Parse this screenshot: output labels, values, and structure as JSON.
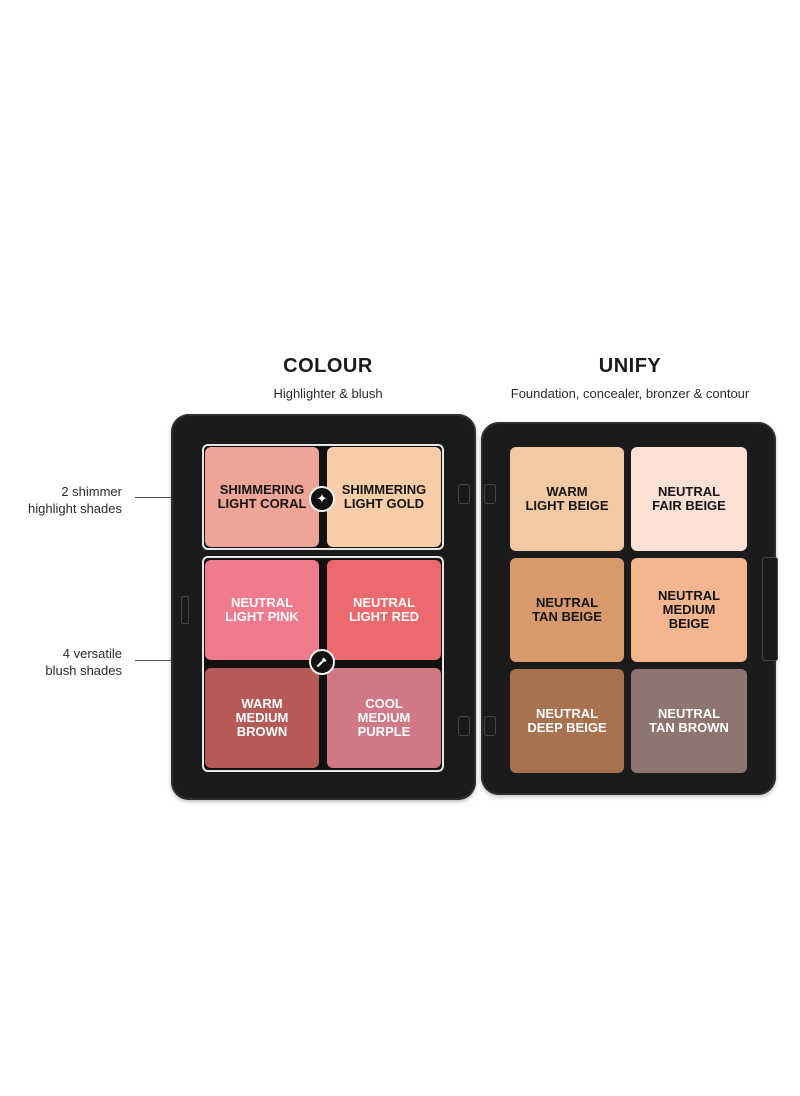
{
  "colour_section": {
    "title": "COLOUR",
    "subtitle": "Highlighter & blush"
  },
  "unify_section": {
    "title": "UNIFY",
    "subtitle": "Foundation, concealer, bronzer & contour"
  },
  "callouts": {
    "shimmer": [
      "2 shimmer",
      "highlight shades"
    ],
    "blush": [
      "4 versatile",
      "blush shades"
    ]
  },
  "left_shades": [
    {
      "label": [
        "SHIMMERING",
        "LIGHT CORAL"
      ],
      "color": "#eea497"
    },
    {
      "label": [
        "SHIMMERING",
        "LIGHT GOLD"
      ],
      "color": "#f8cda7"
    },
    {
      "label": [
        "NEUTRAL",
        "LIGHT PINK"
      ],
      "color": "#f07b8f"
    },
    {
      "label": [
        "NEUTRAL",
        "LIGHT RED"
      ],
      "color": "#ec6a6d"
    },
    {
      "label": [
        "WARM",
        "MEDIUM",
        "BROWN"
      ],
      "color": "#b65a58"
    },
    {
      "label": [
        "COOL",
        "MEDIUM",
        "PURPLE"
      ],
      "color": "#d17886"
    }
  ],
  "right_shades": [
    {
      "label": [
        "WARM",
        "LIGHT BEIGE"
      ],
      "color": "#f3c9a4"
    },
    {
      "label": [
        "NEUTRAL",
        "FAIR BEIGE"
      ],
      "color": "#fbe1d5"
    },
    {
      "label": [
        "NEUTRAL",
        "TAN BEIGE"
      ],
      "color": "#d89a6c"
    },
    {
      "label": [
        "NEUTRAL",
        "MEDIUM",
        "BEIGE"
      ],
      "color": "#f4b68e"
    },
    {
      "label": [
        "NEUTRAL",
        "DEEP BEIGE"
      ],
      "color": "#a8714f"
    },
    {
      "label": [
        "NEUTRAL",
        "TAN BROWN"
      ],
      "color": "#8f7570"
    }
  ],
  "colors": {
    "case": "#1b1b1b",
    "tray_border": "#e8e8e8"
  },
  "icons": {
    "shimmer_badge": "sparkle-icon",
    "blush_badge": "brush-icon"
  }
}
